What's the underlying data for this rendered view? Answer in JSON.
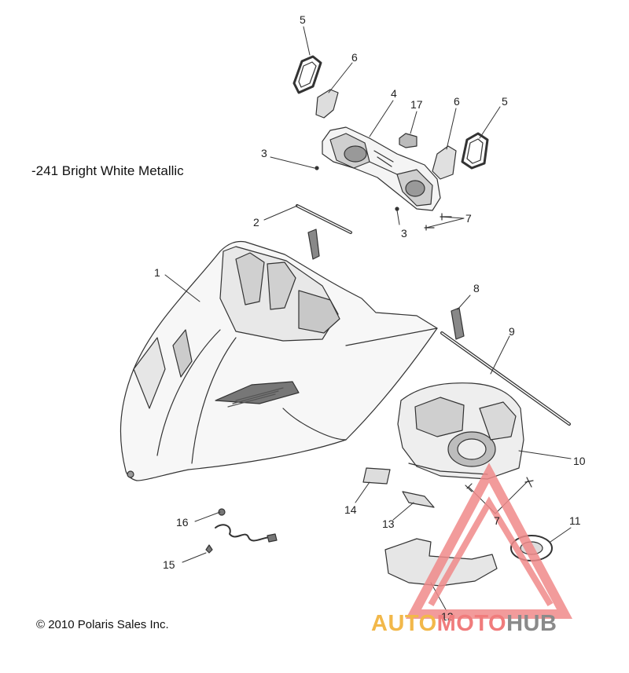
{
  "diagram": {
    "variant_label": "-241  Bright White Metallic",
    "copyright": "© 2010 Polaris Sales Inc.",
    "callouts": [
      {
        "id": "c5a",
        "text": "5"
      },
      {
        "id": "c6a",
        "text": "6"
      },
      {
        "id": "c4",
        "text": "4"
      },
      {
        "id": "c17",
        "text": "17"
      },
      {
        "id": "c6b",
        "text": "6"
      },
      {
        "id": "c5b",
        "text": "5"
      },
      {
        "id": "c3a",
        "text": "3"
      },
      {
        "id": "c3b",
        "text": "3"
      },
      {
        "id": "c7a",
        "text": "7"
      },
      {
        "id": "c2",
        "text": "2"
      },
      {
        "id": "c1",
        "text": "1"
      },
      {
        "id": "c8",
        "text": "8"
      },
      {
        "id": "c9",
        "text": "9"
      },
      {
        "id": "c10",
        "text": "10"
      },
      {
        "id": "c14",
        "text": "14"
      },
      {
        "id": "c13",
        "text": "13"
      },
      {
        "id": "c7b",
        "text": "7"
      },
      {
        "id": "c11",
        "text": "11"
      },
      {
        "id": "c16",
        "text": "16"
      },
      {
        "id": "c15",
        "text": "15"
      },
      {
        "id": "c12",
        "text": "12"
      }
    ]
  },
  "watermark": {
    "part1": "AUTO",
    "part2": "MOTO",
    "part3": "HUB",
    "colors": {
      "auto": "#f2b84a",
      "moto": "#f07c7c",
      "hub": "#8a8a8a",
      "triangle": "#f08a8a"
    }
  }
}
